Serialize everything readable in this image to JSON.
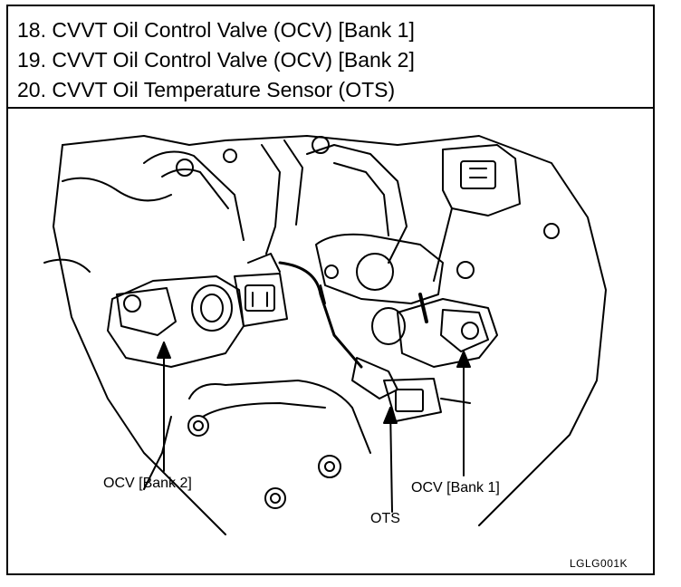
{
  "legend": {
    "items": [
      "18. CVVT Oil Control Valve (OCV) [Bank 1]",
      "19. CVVT Oil Control Valve (OCV) [Bank 2]",
      "20. CVVT Oil Temperature Sensor (OTS)"
    ]
  },
  "callouts": {
    "ocv_bank2": "OCV [Bank 2]",
    "ocv_bank1": "OCV [Bank 1]",
    "ots": "OTS"
  },
  "figure_code": "LGLG001K",
  "colors": {
    "ink": "#000000",
    "paper": "#ffffff"
  }
}
